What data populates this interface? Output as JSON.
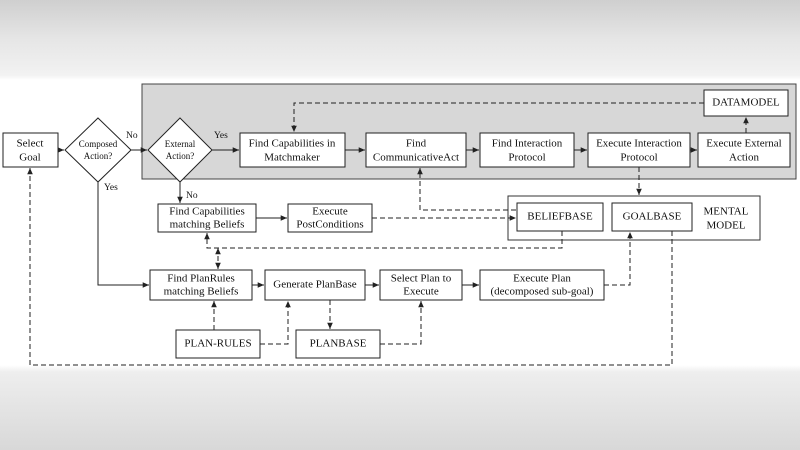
{
  "nodes": {
    "select_goal": [
      "Select",
      "Goal"
    ],
    "composed_action": [
      "Composed",
      "Action?"
    ],
    "external_action": [
      "External",
      "Action?"
    ],
    "find_cap_matchmaker": [
      "Find Capabilities in",
      "Matchmaker"
    ],
    "find_comm_act": [
      "Find",
      "CommunicativeAct"
    ],
    "find_interaction_protocol": [
      "Find Interaction",
      "Protocol"
    ],
    "execute_interaction_protocol": [
      "Execute Interaction",
      "Protocol"
    ],
    "execute_external_action": [
      "Execute External",
      "Action"
    ],
    "datamodel": [
      "DATAMODEL"
    ],
    "find_cap_beliefs": [
      "Find Capabilities",
      "matching Beliefs"
    ],
    "execute_postconditions": [
      "Execute",
      "PostConditions"
    ],
    "beliefbase": [
      "BELIEFBASE"
    ],
    "goalbase": [
      "GOALBASE"
    ],
    "mental_model": [
      "MENTAL",
      "MODEL"
    ],
    "find_planrules": [
      "Find PlanRules",
      "matching Beliefs"
    ],
    "generate_planbase": [
      "Generate PlanBase"
    ],
    "select_plan": [
      "Select Plan to",
      "Execute"
    ],
    "execute_plan": [
      "Execute Plan",
      "(decomposed sub-goal)"
    ],
    "plan_rules": [
      "PLAN-RULES"
    ],
    "planbase": [
      "PLANBASE"
    ]
  },
  "edge_labels": {
    "composed_no": "No",
    "composed_yes": "Yes",
    "external_yes": "Yes",
    "external_no": "No"
  }
}
